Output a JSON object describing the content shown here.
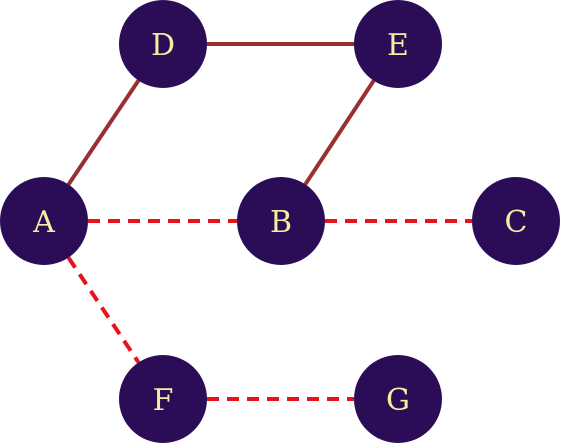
{
  "colors": {
    "node_fill": "#2a0d56",
    "node_label": "#f3eea0",
    "solid_edge": "#9a2f30",
    "dashed_edge": "#e8131a",
    "background": "#ffffff"
  },
  "nodes": [
    {
      "id": "D",
      "label": "D"
    },
    {
      "id": "E",
      "label": "E"
    },
    {
      "id": "A",
      "label": "A"
    },
    {
      "id": "B",
      "label": "B"
    },
    {
      "id": "C",
      "label": "C"
    },
    {
      "id": "F",
      "label": "F"
    },
    {
      "id": "G",
      "label": "G"
    }
  ],
  "edges": [
    {
      "from": "D",
      "to": "E",
      "style": "solid"
    },
    {
      "from": "A",
      "to": "D",
      "style": "solid"
    },
    {
      "from": "B",
      "to": "E",
      "style": "solid"
    },
    {
      "from": "A",
      "to": "B",
      "style": "dashed"
    },
    {
      "from": "B",
      "to": "C",
      "style": "dashed"
    },
    {
      "from": "A",
      "to": "F",
      "style": "dashed"
    },
    {
      "from": "F",
      "to": "G",
      "style": "dashed"
    }
  ]
}
